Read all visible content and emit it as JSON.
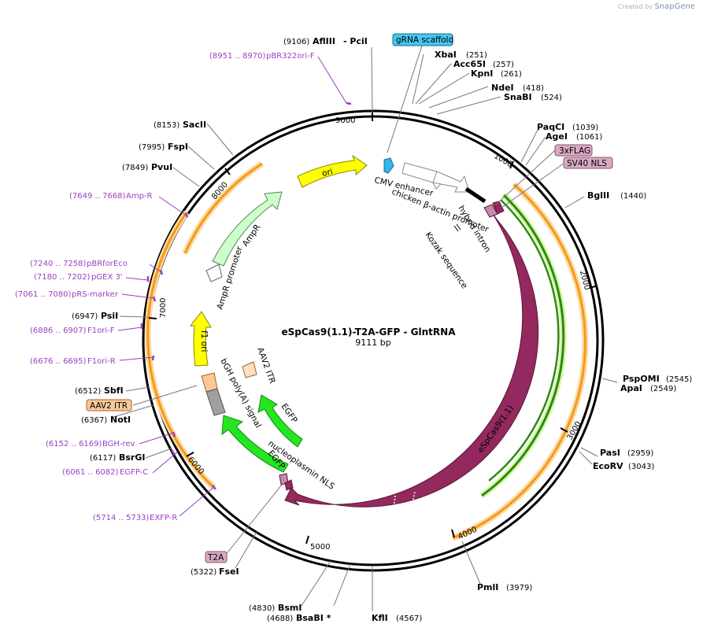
{
  "credit": {
    "prefix": "Created by",
    "brand": "SnapGene"
  },
  "plasmid": {
    "name": "eSpCas9(1.1)-T2A-GFP - GlntRNA",
    "length": "9111 bp"
  },
  "ticks": [
    "1000",
    "2000",
    "3000",
    "4000",
    "5000",
    "6000",
    "7000",
    "8000",
    "9000"
  ],
  "sites": {
    "aflIII_pos": "(9106)",
    "aflIII": "AflIII",
    "pciI": "- PciI",
    "xbaI": "XbaI",
    "xbaI_pos": "(251)",
    "acc65I": "Acc65I",
    "acc65I_pos": "(257)",
    "kpnI": "KpnI",
    "kpnI_pos": "(261)",
    "ndeI": "NdeI",
    "ndeI_pos": "(418)",
    "snaBI": "SnaBI",
    "snaBI_pos": "(524)",
    "paqCI": "PaqCI",
    "paqCI_pos": "(1039)",
    "ageI": "AgeI",
    "ageI_pos": "(1061)",
    "bglII": "BglII",
    "bglII_pos": "(1440)",
    "pspOMI": "PspOMI",
    "pspOMI_pos": "(2545)",
    "apaI": "ApaI",
    "apaI_pos": "(2549)",
    "pasI": "PasI",
    "pasI_pos": "(2959)",
    "ecoRV": "EcoRV",
    "ecoRV_pos": "(3043)",
    "pmlI": "PmlI",
    "pmlI_pos": "(3979)",
    "kflI": "KflI",
    "kflI_pos": "(4567)",
    "bsaBI": "BsaBI *",
    "bsaBI_pos": "(4688)",
    "bsmI": "BsmI",
    "bsmI_pos": "(4830)",
    "fseI": "FseI",
    "fseI_pos": "(5322)",
    "bsrGI": "BsrGI",
    "bsrGI_pos": "(6117)",
    "notI": "NotI",
    "notI_pos": "(6367)",
    "sbfI": "SbfI",
    "sbfI_pos": "(6512)",
    "psiI": "PsiI",
    "psiI_pos": "(6947)",
    "pvuI": "PvuI",
    "pvuI_pos": "(7849)",
    "fspI": "FspI",
    "fspI_pos": "(7995)",
    "sacII": "SacII",
    "sacII_pos": "(8153)"
  },
  "primers": {
    "pBR322oriF": {
      "range": "(8951 .. 8970)",
      "name": "pBR322ori-F"
    },
    "AmpR": {
      "range": "(7649 .. 7668)",
      "name": "Amp-R"
    },
    "pBRforEco": {
      "range": "(7240 .. 7258)",
      "name": "pBRforEco"
    },
    "pGEX3": {
      "range": "(7180 .. 7202)",
      "name": "pGEX 3'"
    },
    "pRSmarker": {
      "range": "(7061 .. 7080)",
      "name": "pRS-marker"
    },
    "F1oriF": {
      "range": "(6886 .. 6907)",
      "name": "F1ori-F"
    },
    "F1oriR": {
      "range": "(6676 .. 6695)",
      "name": "F1ori-R"
    },
    "BGHrev": {
      "range": "(6152 .. 6169)",
      "name": "BGH-rev"
    },
    "EGFPC": {
      "range": "(6061 .. 6082)",
      "name": "EGFP-C"
    },
    "EXFPR": {
      "range": "(5714 .. 5733)",
      "name": "EXFP-R"
    }
  },
  "boxes": {
    "gRNA": "gRNA scaffold",
    "flag": "3xFLAG",
    "sv40": "SV40 NLS",
    "aav2": "AAV2 ITR",
    "t2a": "T2A"
  },
  "features": {
    "cmv": "CMV enhancer",
    "cba": "chicken β-actin promoter",
    "hybrid": "hybrid intron",
    "kozak": "Kozak sequence",
    "cas9": "eSpCas9(1.1)",
    "nls": "nucleoplasmin NLS",
    "egfp1": "EGFP",
    "egfp2": "EGFP",
    "bgh": "bGH poly(A) signal",
    "aav2in": "AAV2 ITR",
    "f1": "f1 ori",
    "ampr": "AmpR",
    "amprprom": "AmpR promoter",
    "ori": "ori"
  },
  "colors": {
    "cas9": "#93295e",
    "gfp": "#24e61f",
    "ori": "#ffff00",
    "ampr": "#ccffcc",
    "orange": "#ff9900",
    "primer": "#9b3fc0",
    "gRNAbox": "#44c8f0",
    "pinkbox": "#d8a9c1",
    "aavbox": "#fdc898"
  }
}
